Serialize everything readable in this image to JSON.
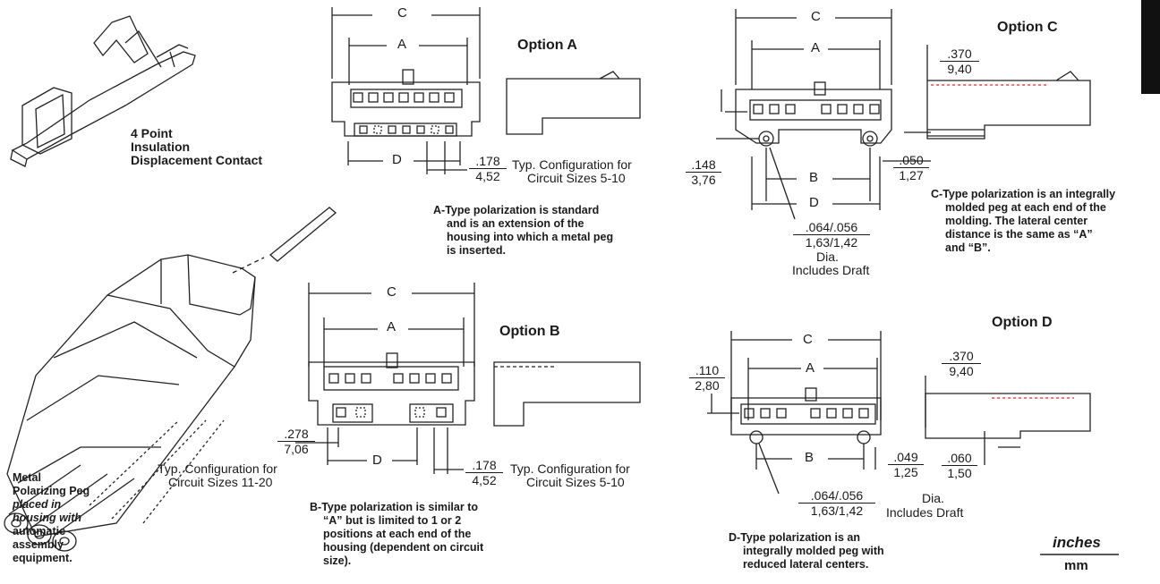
{
  "contact": {
    "label_line1": "4 Point",
    "label_line2": "Insulation",
    "label_line3": "Displacement Contact"
  },
  "peg": {
    "line1": "Metal",
    "line2": "Polarizing Peg",
    "line3": "placed in",
    "line4": "housing with",
    "line5": "automatic",
    "line6": "assembly",
    "line7": "equipment."
  },
  "option_a": {
    "title": "Option A",
    "dim_c": "C",
    "dim_a": "A",
    "dim_d": "D",
    "pitch_in": ".178",
    "pitch_mm": "4,52",
    "config_line1": "Typ. Configuration for",
    "config_line2": "Circuit Sizes 5-10",
    "caption_line1": "A-Type polarization is standard",
    "caption_line2": "and is an extension of the",
    "caption_line3": "housing into which a metal peg",
    "caption_line4": "is inserted."
  },
  "option_b": {
    "title": "Option B",
    "dim_c": "C",
    "dim_a": "A",
    "dim_d": "D",
    "left_in": ".278",
    "left_mm": "7,06",
    "left_config_line1": "Typ. Configuration for",
    "left_config_line2": "Circuit Sizes 11-20",
    "pitch_in": ".178",
    "pitch_mm": "4,52",
    "config_line1": "Typ. Configuration for",
    "config_line2": "Circuit Sizes 5-10",
    "caption_line1": "B-Type polarization is similar to",
    "caption_line2": "“A” but is limited to 1 or 2",
    "caption_line3": "positions at each end of the",
    "caption_line4": "housing (dependent on circuit",
    "caption_line5": "size)."
  },
  "option_c": {
    "title": "Option C",
    "dim_c": "C",
    "dim_a": "A",
    "dim_b": "B",
    "dim_d": "D",
    "depth_in": ".370",
    "depth_mm": "9,40",
    "height_in": ".148",
    "height_mm": "3,76",
    "offset_in": ".050",
    "offset_mm": "1,27",
    "dia_in": ".064/.056",
    "dia_mm": "1,63/1,42",
    "dia_word": "Dia.",
    "draft": "Includes Draft",
    "caption_line1": "C-Type polarization is an integrally",
    "caption_line2": "molded peg at each end of the",
    "caption_line3": "molding. The lateral center",
    "caption_line4": "distance is the same as “A”",
    "caption_line5": "and “B”."
  },
  "option_d": {
    "title": "Option D",
    "dim_c": "C",
    "dim_a": "A",
    "dim_b": "B",
    "depth_in": ".370",
    "depth_mm": "9,40",
    "height_in": ".110",
    "height_mm": "2,80",
    "offset_in": ".049",
    "offset_mm": "1,25",
    "peg_in": ".060",
    "peg_mm": "1,50",
    "dia_in": ".064/.056",
    "dia_mm": "1,63/1,42",
    "dia_word": "Dia.",
    "draft": "Includes Draft",
    "caption_line1": "D-Type polarization is an",
    "caption_line2": "integrally molded peg with",
    "caption_line3": "reduced lateral centers."
  },
  "units": {
    "top": "inches",
    "bottom": "mm"
  }
}
